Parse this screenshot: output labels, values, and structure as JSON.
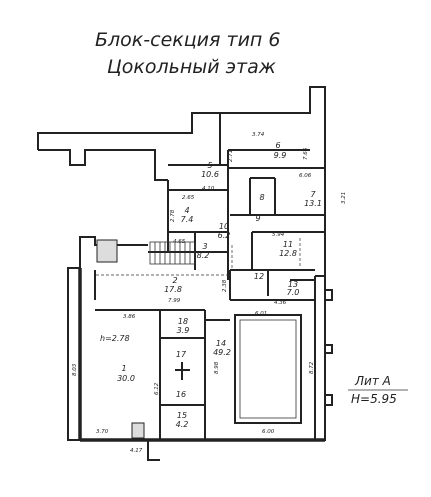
{
  "title": {
    "line1": "Блок-секция тип 6",
    "line2": "Цокольный этаж"
  },
  "lit": {
    "name": "Лит А",
    "height": "H=5.95"
  },
  "ceiling_height": "h=2.78",
  "rooms": [
    {
      "num": "1",
      "area": "30.0"
    },
    {
      "num": "2",
      "area": "17.8"
    },
    {
      "num": "3",
      "area": "8.2"
    },
    {
      "num": "4",
      "area": "7.4"
    },
    {
      "num": "5",
      "area": "10.6"
    },
    {
      "num": "6",
      "area": "9.9"
    },
    {
      "num": "7",
      "area": "13.1"
    },
    {
      "num": "8",
      "area": ""
    },
    {
      "num": "9",
      "area": ""
    },
    {
      "num": "10",
      "area": "6.2"
    },
    {
      "num": "11",
      "area": "12.8"
    },
    {
      "num": "12",
      "area": ""
    },
    {
      "num": "13",
      "area": "7.0"
    },
    {
      "num": "14",
      "area": "49.2"
    },
    {
      "num": "15",
      "area": "4.2"
    },
    {
      "num": "16",
      "area": ""
    },
    {
      "num": "17",
      "area": ""
    },
    {
      "num": "18",
      "area": "3.9"
    }
  ],
  "dimensions": [
    "3.74",
    "2.71",
    "7.66",
    "4.10",
    "6.06",
    "2.65",
    "2.78",
    "3.21",
    "5.94",
    "4.65",
    "2.38",
    "7.99",
    "4.36",
    "6.01",
    "3.86",
    "8.03",
    "6.12",
    "8.98",
    "8.72",
    "3.70",
    "6.00",
    "4.17"
  ]
}
